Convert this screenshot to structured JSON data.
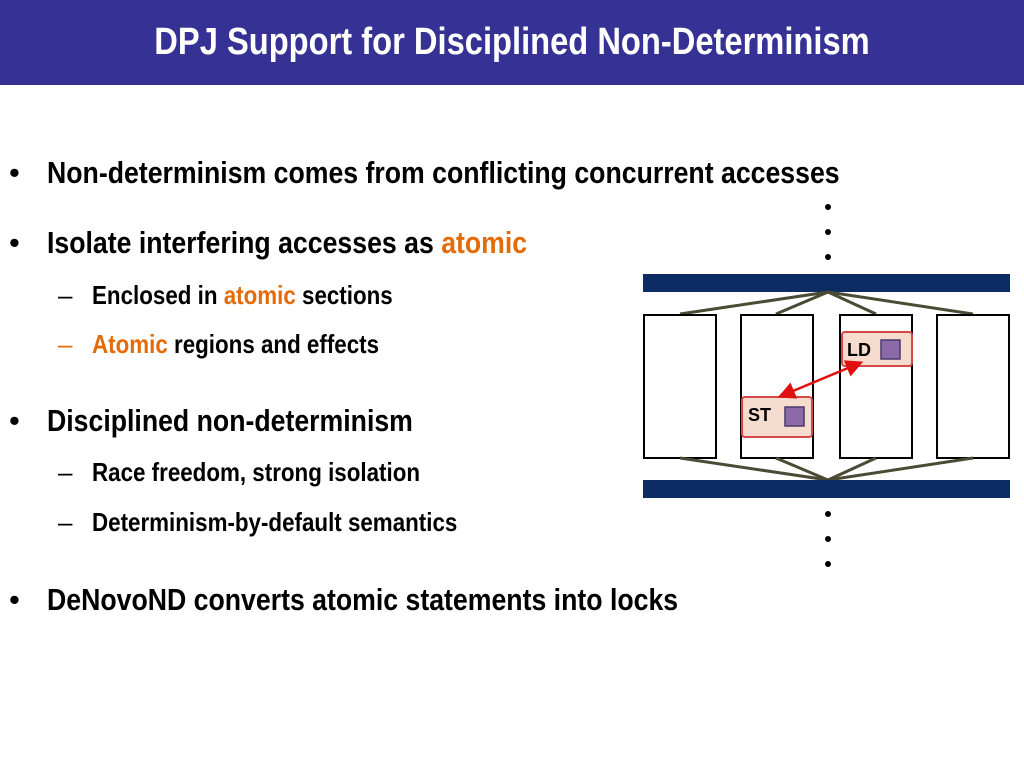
{
  "slide": {
    "title": "DPJ Support for Disciplined Non-Determinism",
    "bullet_marker": "•",
    "sub_marker": "–",
    "bullets": [
      {
        "text": "Non-determinism comes from conflicting concurrent accesses"
      },
      {
        "text_before": "Isolate interfering accesses as ",
        "text_accent": "atomic"
      },
      {
        "text_before": "Enclosed in ",
        "text_accent": "atomic",
        "text_after": " sections"
      },
      {
        "text_accent": "Atomic",
        "text_after": " regions and effects"
      },
      {
        "text": "Disciplined non-determinism"
      },
      {
        "text": "Race freedom, strong isolation"
      },
      {
        "text": "Determinism-by-default semantics"
      },
      {
        "text": "DeNovoND converts atomic statements into locks"
      }
    ]
  },
  "diagram": {
    "labels": {
      "load": "LD",
      "store": "ST"
    },
    "ellipsis": "⋮",
    "colors": {
      "barrier": "#0d2c64",
      "task_border": "#000000",
      "access_fill": "#f5dccf",
      "access_border": "#d44848",
      "access_square": "#8c6aa8",
      "arrow": "#e01010",
      "fork_lines": "#4a4a35",
      "accent_text": "#e36c09"
    }
  }
}
